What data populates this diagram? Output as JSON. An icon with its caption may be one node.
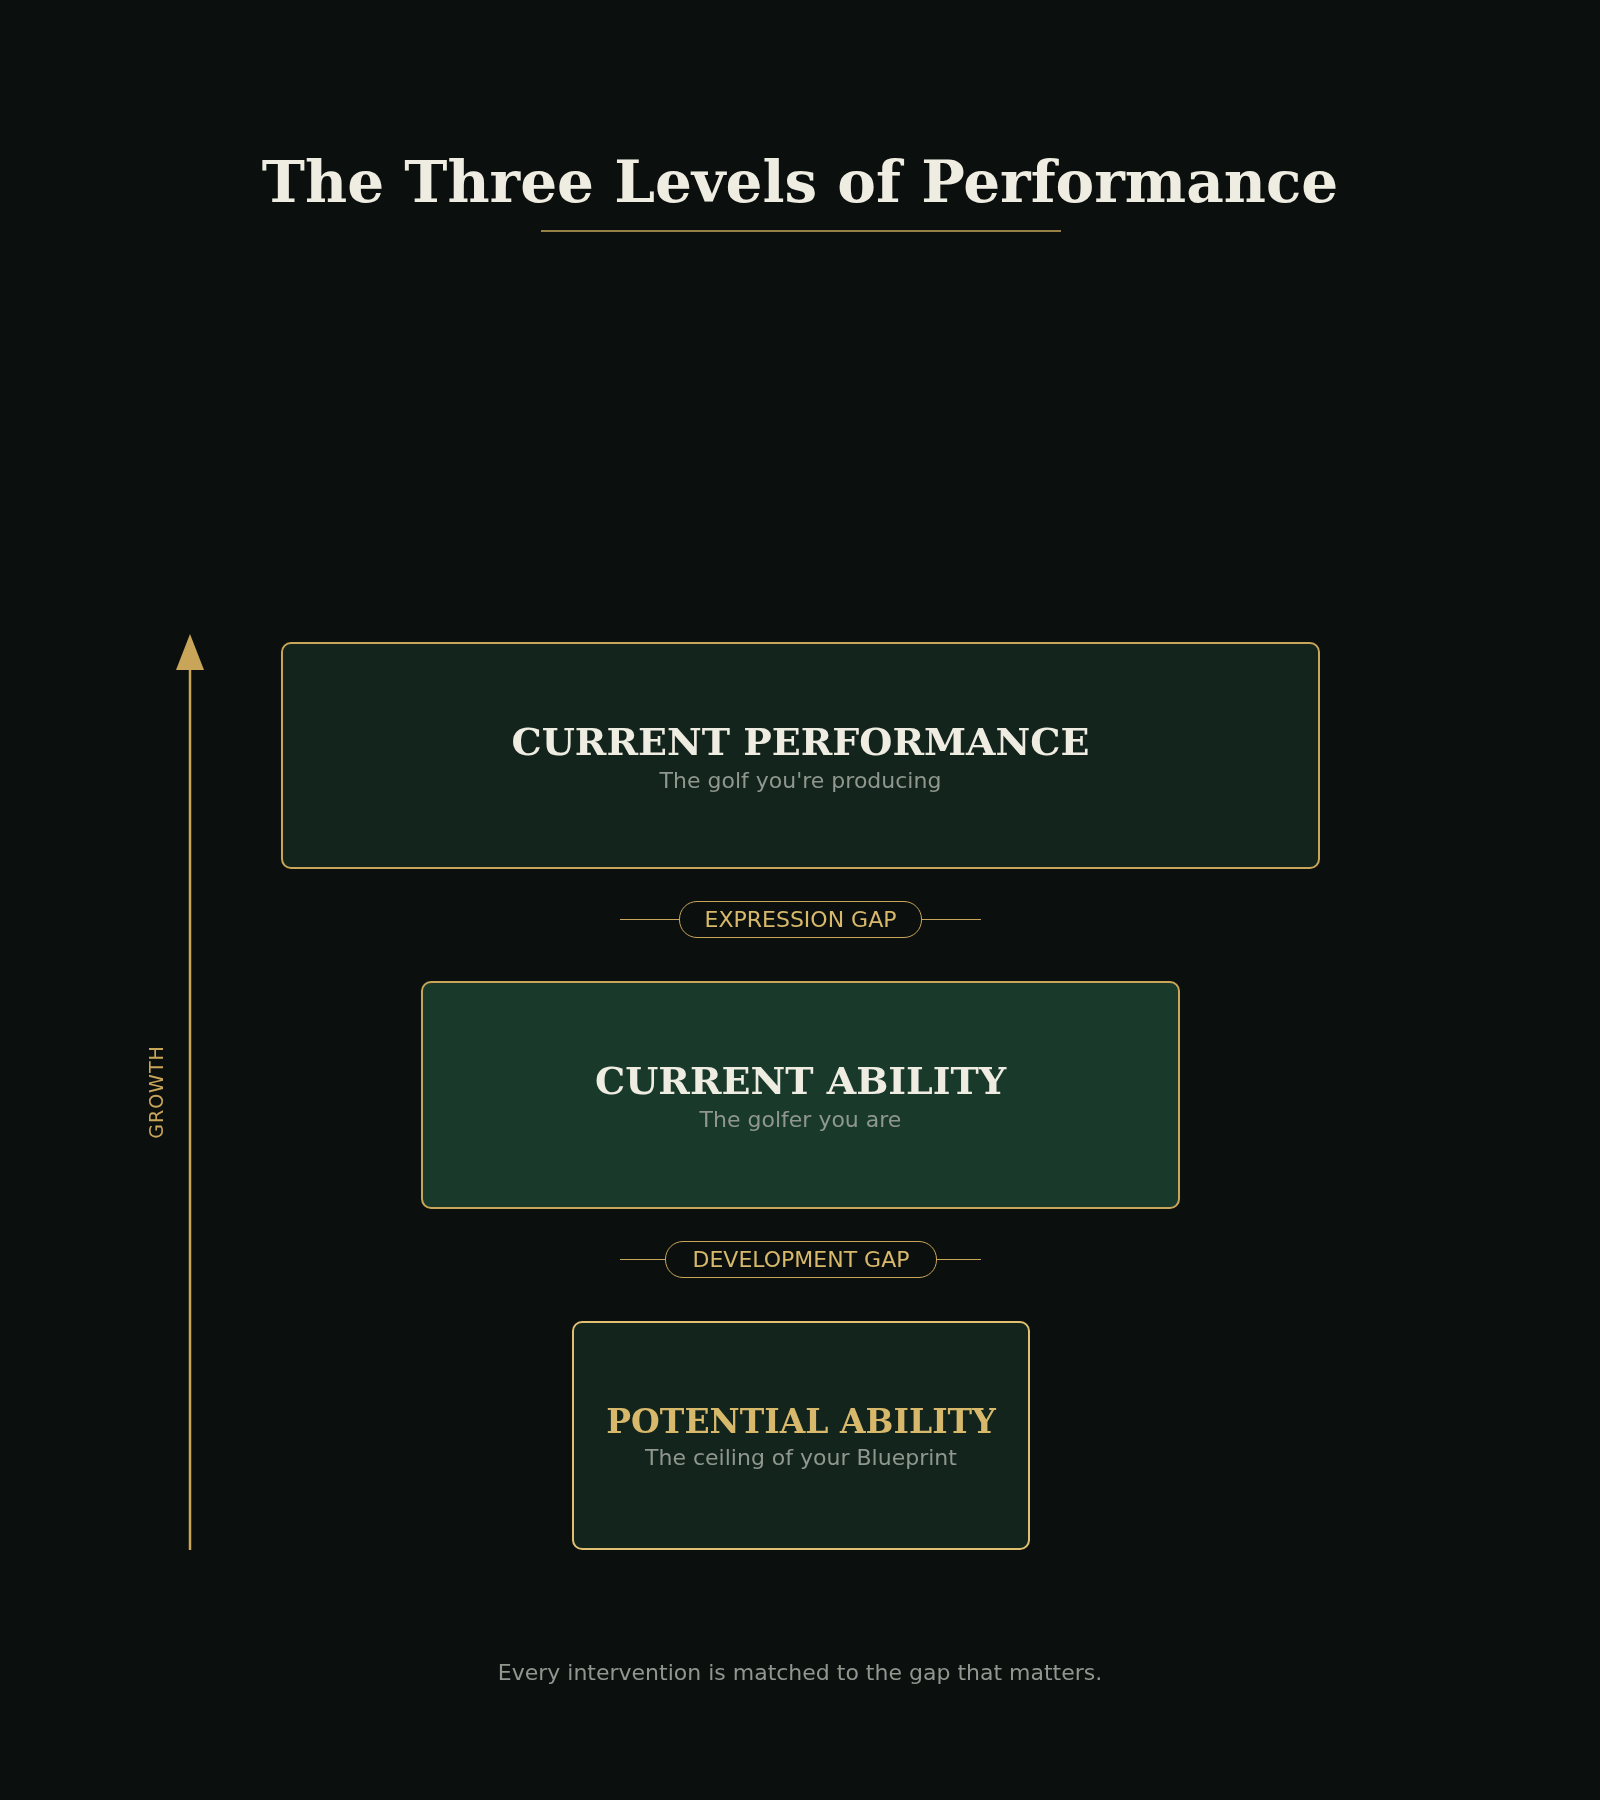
{
  "diagram": {
    "title": "The Three Levels of Performance",
    "caption": "Every intervention is matched to the gap that matters.",
    "nodes": [
      {
        "text": [
          "CURRENT PERFORMANCE",
          "The golf you're producing"
        ]
      },
      {
        "text": [
          "EXPRESSION GAP"
        ]
      },
      {
        "text": [
          "CURRENT ABILITY",
          "The golfer you are"
        ]
      },
      {
        "text": [
          "DEVELOPMENT GAP"
        ]
      },
      {
        "text": [
          "POTENTIAL ABILITY",
          "The ceiling of your Blueprint"
        ]
      }
    ],
    "labels": [
      "GROWTH"
    ]
  }
}
